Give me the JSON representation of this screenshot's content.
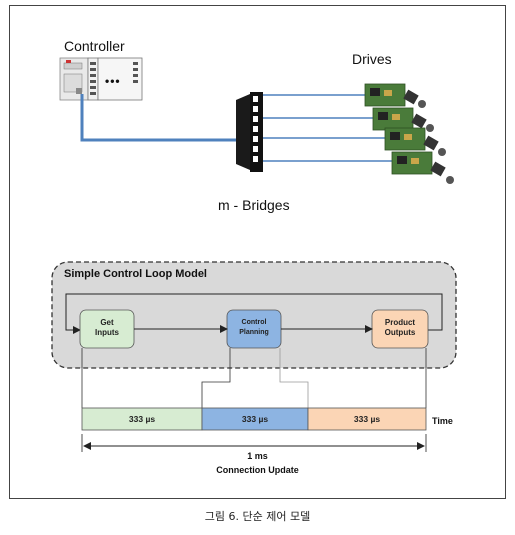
{
  "top": {
    "controller_label": "Controller",
    "drives_label": "Drives",
    "bridges_label": "m - Bridges",
    "controller_dots": "•••"
  },
  "loop": {
    "title": "Simple Control Loop Model",
    "boxes": [
      {
        "line1": "Get",
        "line2": "Inputs",
        "color": "#d7ecd2"
      },
      {
        "line1": "Control",
        "line2": "Planning",
        "color": "#8db4e2"
      },
      {
        "line1": "Product",
        "line2": "Outputs",
        "color": "#fbd5b5"
      }
    ]
  },
  "timeline": {
    "segments": [
      {
        "label": "333 µs",
        "color": "#d7ecd2"
      },
      {
        "label": "333 µs",
        "color": "#8db4e2"
      },
      {
        "label": "333 µs",
        "color": "#fbd5b5"
      }
    ],
    "time_label": "Time",
    "total_label": "1 ms",
    "connection_label": "Connection Update"
  },
  "caption": "그림 6. 단순 제어 모델"
}
